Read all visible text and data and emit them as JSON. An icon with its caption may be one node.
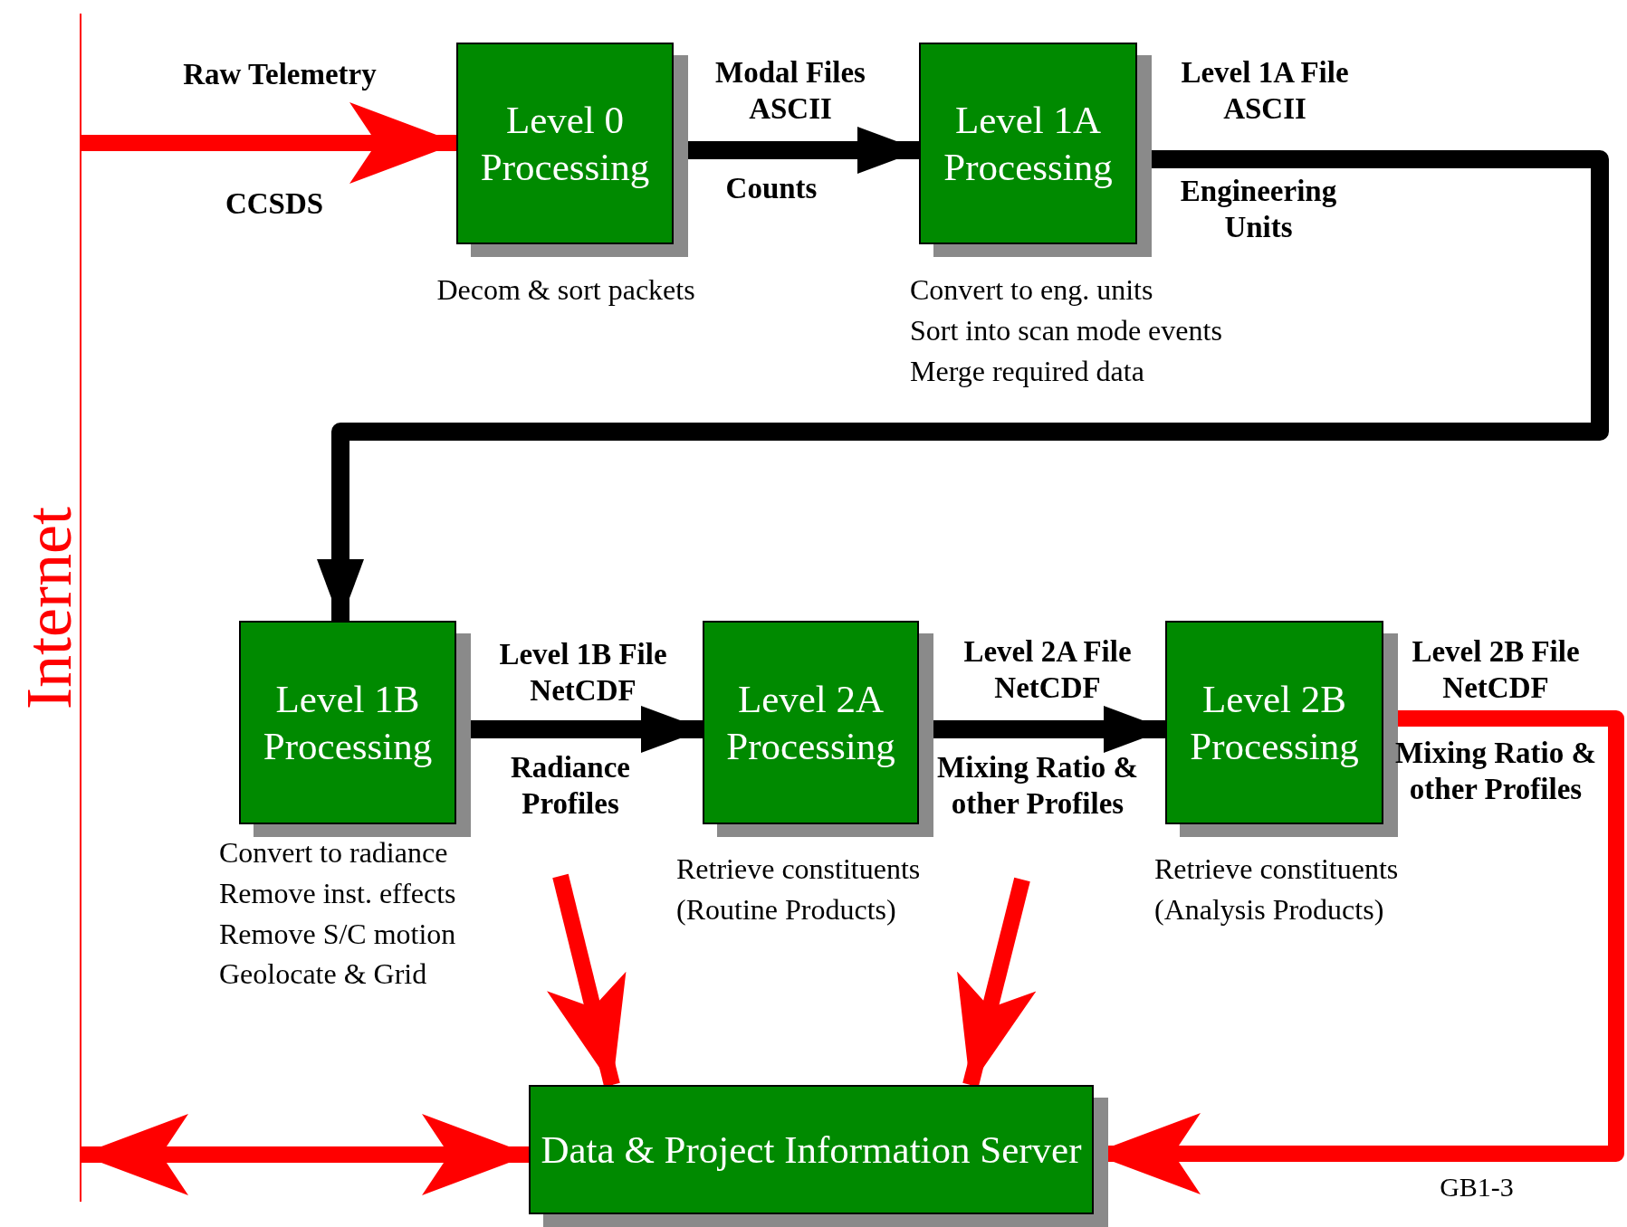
{
  "diagram": {
    "nodes": [
      {
        "text": [
          "Level 0 Processing"
        ],
        "beside": [
          "Decom & sort packets"
        ]
      },
      {
        "text": [
          "Level 1A Processing"
        ],
        "beside": [
          "Convert to eng. units",
          "Sort into scan mode events",
          "Merge required data"
        ]
      },
      {
        "text": [
          "Level 1B Processing"
        ],
        "beside": [
          "Convert to radiance",
          "Remove inst. effects",
          "Remove S/C motion",
          "Geolocate & Grid"
        ]
      },
      {
        "text": [
          "Level 2A Processing"
        ],
        "beside": [
          "Retrieve constituents",
          "(Routine Products)"
        ]
      },
      {
        "text": [
          "Level 2B Processing"
        ],
        "beside": [
          "Retrieve constituents",
          "(Analysis Products)"
        ]
      },
      {
        "text": [
          "Data & Project Information Server"
        ]
      },
      {
        "text": [
          "Internet"
        ]
      }
    ],
    "edges": [
      {
        "from": 6,
        "to": 0,
        "arrow": "to",
        "label": "Raw Telemetry",
        "color": "#ff0000"
      },
      {
        "from": 0,
        "to": 1,
        "arrow": "to",
        "label": "Modal Files ASCII",
        "color": "#000000"
      },
      {
        "from": 1,
        "to": 2,
        "arrow": "to",
        "label": "Level 1A File ASCII",
        "color": "#000000"
      },
      {
        "from": 2,
        "to": 3,
        "arrow": "to",
        "label": "Level 1B File NetCDF",
        "color": "#000000"
      },
      {
        "from": 3,
        "to": 4,
        "arrow": "to",
        "label": "Level 2A File NetCDF",
        "color": "#000000"
      },
      {
        "from": 4,
        "to": 5,
        "arrow": "to",
        "label": "Level 2B File NetCDF",
        "color": "#ff0000"
      },
      {
        "from": null,
        "to": 5,
        "arrow": "to",
        "color": "#ff0000"
      },
      {
        "from": null,
        "to": 5,
        "arrow": "to",
        "color": "#ff0000"
      },
      {
        "from": 5,
        "to": 6,
        "arrow": "both",
        "color": "#ff0000"
      }
    ],
    "labels": [
      "CCSDS",
      "Counts",
      "Engineering Units",
      "Radiance Profiles",
      "Mixing Ratio & other Profiles",
      "Mixing Ratio & other Profiles",
      "GB1-3"
    ]
  }
}
